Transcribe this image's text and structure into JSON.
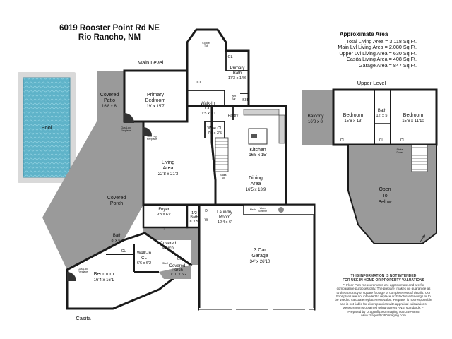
{
  "title": {
    "address": "6019 Rooster Point Rd NE",
    "city": "Rio Rancho, NM"
  },
  "area_summary": {
    "heading": "Approximate Area",
    "lines": [
      "Total Living Area = 3,118 Sq.Ft.",
      "Main Lvl Living Area = 2,080 Sq.Ft.",
      "Upper Lvl Living Area = 630 Sq.Ft.",
      "Casita Living Area = 408 Sq.Ft.",
      "Garage Area = 847 Sq.Ft."
    ]
  },
  "levels": {
    "main": "Main Level",
    "upper": "Upper Level",
    "casita": "Casita"
  },
  "rooms": {
    "pool": "Pool",
    "covered_patio": [
      "Covered",
      "Patio",
      "16'8 x 8'"
    ],
    "primary_bedroom": [
      "Primary",
      "Bedroom",
      "19' x 15'7"
    ],
    "primary_bath": [
      "Primary",
      "Bath",
      "17'3 x 14'6"
    ],
    "walkin_main": [
      "Walk-In",
      "CL",
      "11'5 x 9'1"
    ],
    "wine_cl": [
      "Wine CL",
      "7'5 x 3'5"
    ],
    "kitchen": [
      "Kitchen",
      "16'5 x 15'"
    ],
    "living": [
      "Living",
      "Area",
      "22'8 x 21'3"
    ],
    "dining": [
      "Dining",
      "Area",
      "16'5 x 13'9"
    ],
    "foyer": [
      "Foyer",
      "9'3 x 6'7"
    ],
    "half_bath": [
      "1/2",
      "Bath",
      "6' x 5'"
    ],
    "laundry": [
      "Laundry",
      "Room",
      "12'4 x 6'"
    ],
    "garage": [
      "3 Car",
      "Garage",
      "34' x 26'10"
    ],
    "covered_porch_1": [
      "Covered",
      "Porch"
    ],
    "covered_porch_2": [
      "Covered",
      "Porch"
    ],
    "covered_porch_3": [
      "Covered",
      "Porch",
      "17'10 x 6'2"
    ],
    "casita_bath": [
      "Bath",
      "8' x 6'2"
    ],
    "casita_walkin": [
      "Walk-In",
      "CL",
      "6'6 x 6'2"
    ],
    "casita_bedroom": [
      "Bedroom",
      "16'4 x 16'1"
    ],
    "balcony": [
      "Balcony",
      "16'8 x 8'"
    ],
    "upper_bedroom_1": [
      "Bedroom",
      "15'6 x 13'"
    ],
    "upper_bath": [
      "Bath",
      "12' x 5'"
    ],
    "upper_bedroom_2": [
      "Bedroom",
      "15'6 x 11'10"
    ],
    "open_below": [
      "Open",
      "To",
      "Below"
    ]
  },
  "small_labels": {
    "cl": "CL",
    "sh": "SH",
    "pantry": "Pantry",
    "d": "D",
    "w": "W",
    "gas_log": [
      "Gas Log",
      "Fireplace"
    ],
    "copper_tub": [
      "Copper",
      "Tub"
    ],
    "wet_bar": [
      "Wet",
      "Bar"
    ],
    "stairs_up": [
      "Stairs",
      "Up"
    ],
    "stairs_down": [
      "Stairs",
      "Down"
    ],
    "mech": "Mech",
    "shelf": "Shelf",
    "water_softener": [
      "Water",
      "Softener"
    ]
  },
  "disclaimer": {
    "heading": [
      "THIS INFORMATION IS NOT INTENDED",
      "FOR USE IN HOME OR PROPERTY VALUATIONS"
    ],
    "lines": [
      "** Floor Plan measurements are approximate and are for",
      "comparative purposes only. The preparer makes no guarantee as",
      "to the accuracy of square footage or completeness of details. Our",
      "floor plans are not intended to replace architectural drawings or to",
      "be used to calculate replacement value. Preparer is not responsible",
      "and is not liable for discrepancies with appraisal calculations.",
      "Measurements obtained using current ANSI standards. **",
      "Prepared by Dragonfly360 Imaging 505-359-8885",
      "www.dragonfly360imaging.com"
    ]
  },
  "colors": {
    "wall": "#1a1a1a",
    "outdoor": "#9a9a9a",
    "pool_water": "#5fb3c9",
    "floor": "#ffffff"
  }
}
